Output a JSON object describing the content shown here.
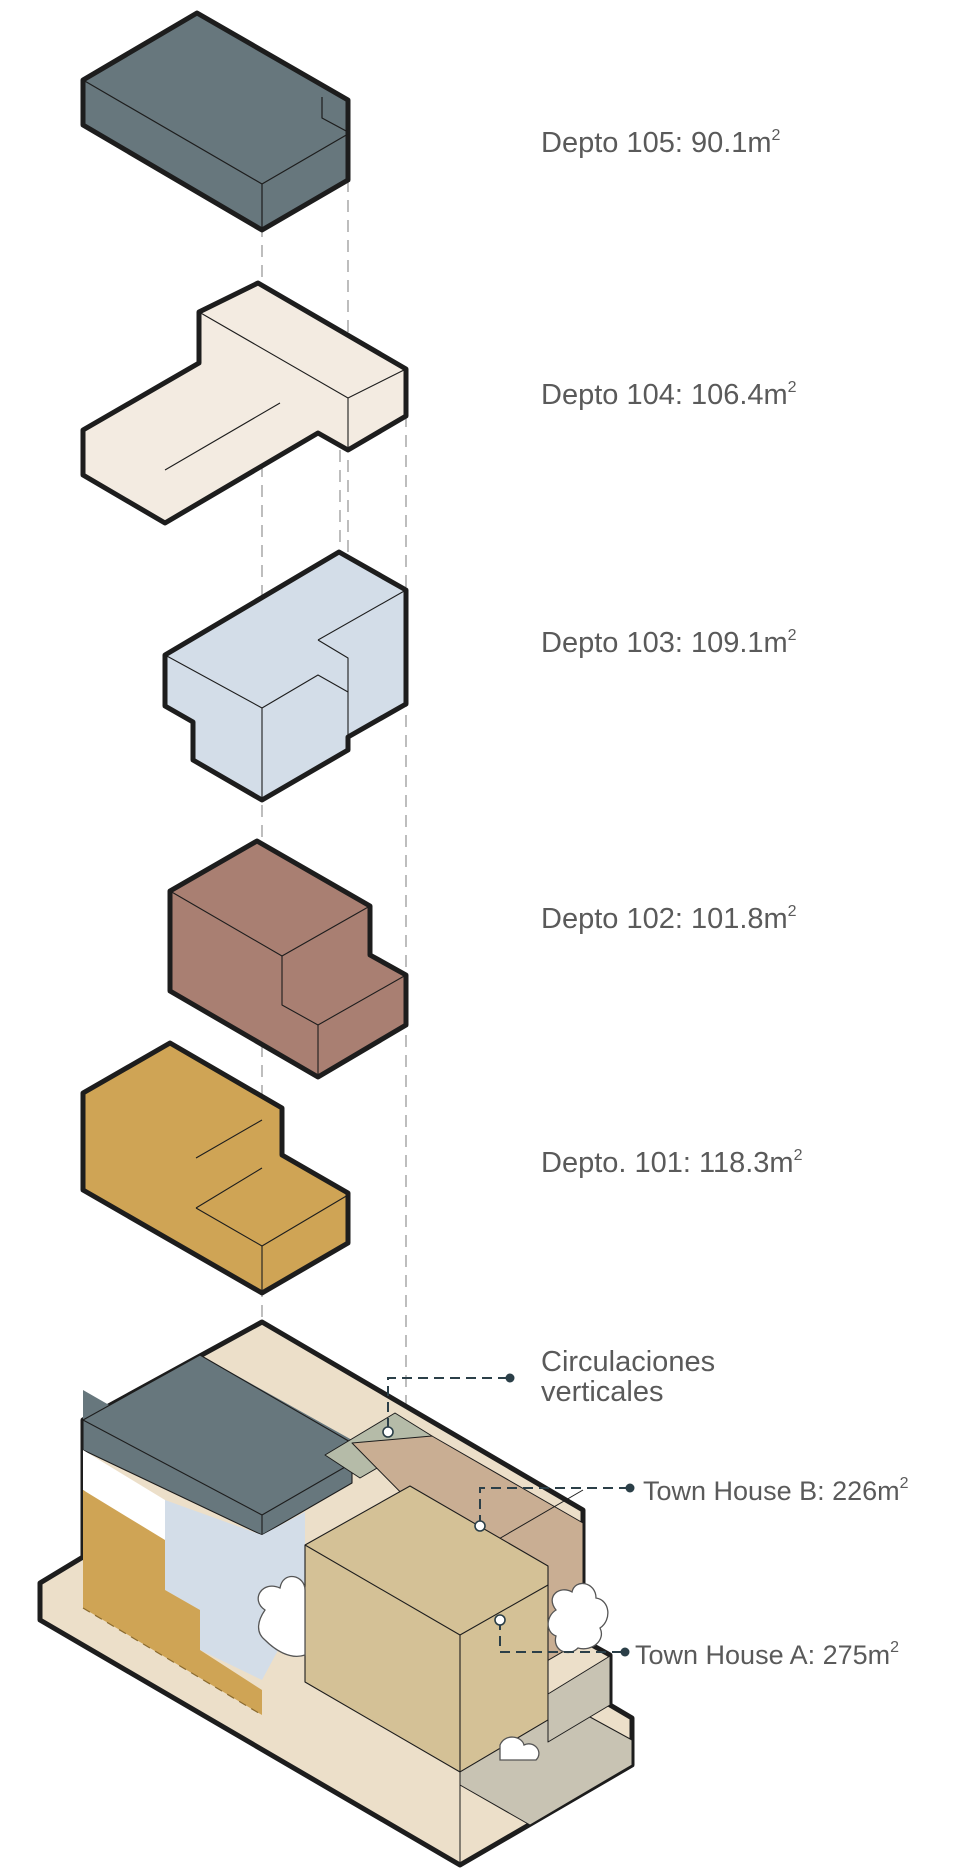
{
  "units": [
    {
      "name": "Depto 105",
      "area": "90.1",
      "unit": "m",
      "exp": "2",
      "color": "#67777d"
    },
    {
      "name": "Depto 104",
      "area": "106.4",
      "unit": "m",
      "exp": "2",
      "color": "#f3ebe1"
    },
    {
      "name": "Depto 103",
      "area": "109.1",
      "unit": "m",
      "exp": "2",
      "color": "#d3dde8"
    },
    {
      "name": "Depto 102",
      "area": "101.8",
      "unit": "m",
      "exp": "2",
      "color": "#a97f72"
    },
    {
      "name": "Depto. 101",
      "area": "118.3",
      "unit": "m",
      "exp": "2",
      "color": "#cfa455"
    }
  ],
  "labels": {
    "depto105": "Depto 105: 90.1m",
    "depto104": "Depto 104: 106.4m",
    "depto103": "Depto 103: 109.1m",
    "depto102": "Depto 102: 101.8m",
    "depto101": "Depto. 101: 118.3m",
    "exp": "2",
    "circ1": "Circulaciones",
    "circ2": "verticales",
    "townB": "Town House B: 226m",
    "townA": "Town House A: 275m"
  },
  "colors": {
    "outline": "#1d1d1d",
    "base": "#ecdfc9",
    "circulation": "#b5bba8",
    "townB": "#c9ae93",
    "townA": "#d4c196",
    "dash": "#2b3f48",
    "planter": "#c8c3b3"
  },
  "icons": [
    "tree-icon",
    "leader-dot-icon"
  ]
}
